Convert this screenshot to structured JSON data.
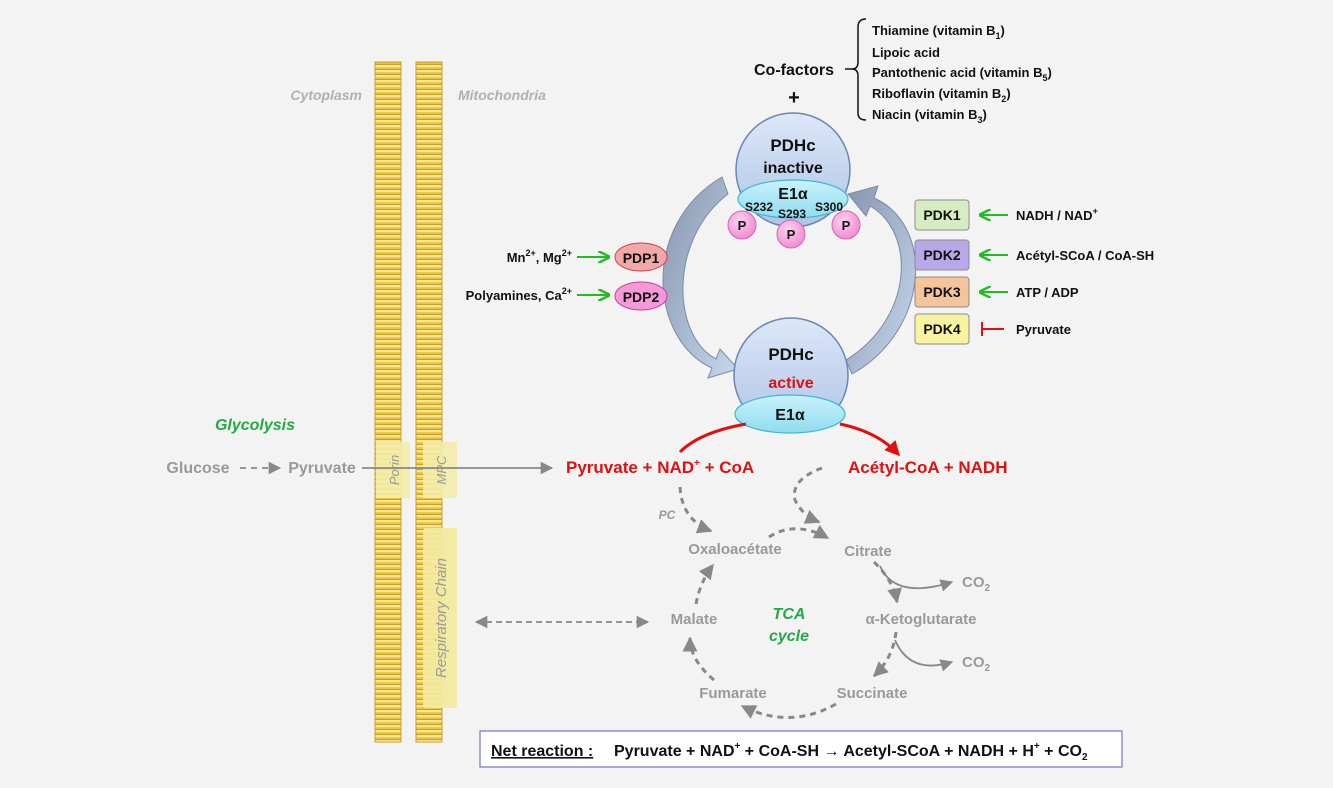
{
  "regions": {
    "cytoplasm": "Cytoplasm",
    "mitochondria": "Mitochondria"
  },
  "cofactors": {
    "title": "Co-factors",
    "plus": "+",
    "items": [
      {
        "text": "Thiamine (vitamin B",
        "sub": "1",
        "end": ")"
      },
      {
        "text": "Lipoic acid",
        "sub": "",
        "end": ""
      },
      {
        "text": "Pantothenic acid (vitamin B",
        "sub": "5",
        "end": ")"
      },
      {
        "text": "Riboflavin (vitamin B",
        "sub": "2",
        "end": ")"
      },
      {
        "text": "Niacin (vitamin B",
        "sub": "3",
        "end": ")"
      }
    ]
  },
  "pdhc_inactive": {
    "line1": "PDHc",
    "line2": "inactive",
    "subunit": "E1α",
    "sites": [
      "S232",
      "S293",
      "S300"
    ],
    "phospho": "P"
  },
  "pdhc_active": {
    "line1": "PDHc",
    "line2": "active",
    "subunit": "E1α"
  },
  "phosphatases": [
    {
      "label": "PDP1",
      "activator": "Mn",
      "sup1": "2+",
      "mid": ", Mg",
      "sup2": "2+",
      "color": "#f2a8a8"
    },
    {
      "label": "PDP2",
      "activator": "Polyamines, Ca",
      "sup1": "2+",
      "mid": "",
      "sup2": "",
      "color": "#f59ad8"
    }
  ],
  "kinases": [
    {
      "label": "PDK1",
      "regulator": "NADH / NAD",
      "sup": "+",
      "color": "#d6ecc2",
      "effect": "activate"
    },
    {
      "label": "PDK2",
      "regulator": "Acétyl-SCoA / CoA-SH",
      "sup": "",
      "color": "#b9a8e8",
      "effect": "activate"
    },
    {
      "label": "PDK3",
      "regulator": "ATP / ADP",
      "sup": "",
      "color": "#f5c49a",
      "effect": "activate"
    },
    {
      "label": "PDK4",
      "regulator": "Pyruvate",
      "sup": "",
      "color": "#f7f3a0",
      "effect": "inhibit"
    }
  ],
  "glycolysis": {
    "label": "Glycolysis",
    "from": "Glucose",
    "to": "Pyruvate"
  },
  "transporters": {
    "porin": "Porin",
    "mpc": "MPC",
    "respiratory": "Respiratory Chain"
  },
  "reaction": {
    "substrate_a": "Pyruvate + NAD",
    "substrate_sup": "+",
    "substrate_b": " + CoA",
    "product": "Acétyl-CoA + NADH"
  },
  "tca": {
    "label1": "TCA",
    "label2": "cycle",
    "pc": "PC",
    "nodes": {
      "oxaloacetate": "Oxaloacétate",
      "citrate": "Citrate",
      "ketoglutarate": "α-Ketoglutarate",
      "succinate": "Succinate",
      "fumarate": "Fumarate",
      "malate": "Malate"
    },
    "co2": "CO",
    "co2_sub": "2"
  },
  "net_reaction": {
    "label": "Net reaction :",
    "eq_a": "Pyruvate + NAD",
    "sup_a": "+",
    "eq_b": " + CoA-SH → Acetyl-SCoA + NADH + H",
    "sup_b": "+",
    "eq_c": " + CO",
    "sub_c": "2"
  },
  "colors": {
    "green": "#22bb22",
    "red": "#e01010",
    "gray": "#999999",
    "membrane": "#e8c33a"
  }
}
